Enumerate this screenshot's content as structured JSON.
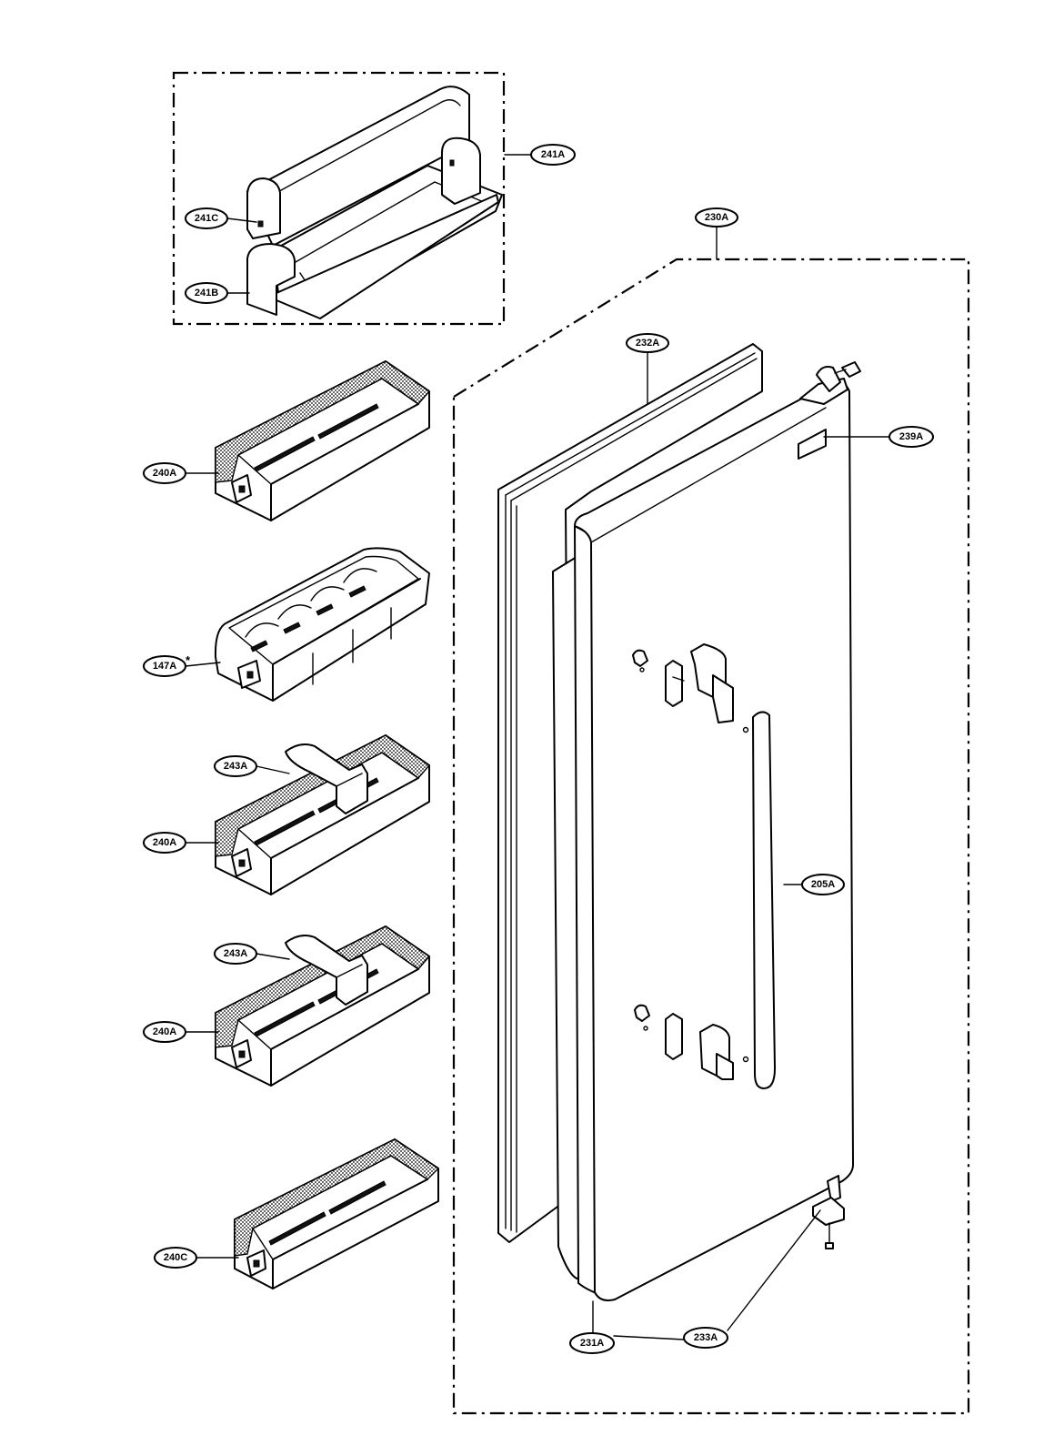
{
  "callouts": {
    "c241A": "241A",
    "c241C": "241C",
    "c241B": "241B",
    "c230A": "230A",
    "c232A": "232A",
    "c239A": "239A",
    "c240A_1": "240A",
    "c147A": "147A",
    "c147A_mark": "*",
    "c243A_1": "243A",
    "c240A_2": "240A",
    "c205A": "205A",
    "c243A_2": "243A",
    "c240A_3": "240A",
    "c240C": "240C",
    "c231A": "231A",
    "c233A": "233A"
  }
}
